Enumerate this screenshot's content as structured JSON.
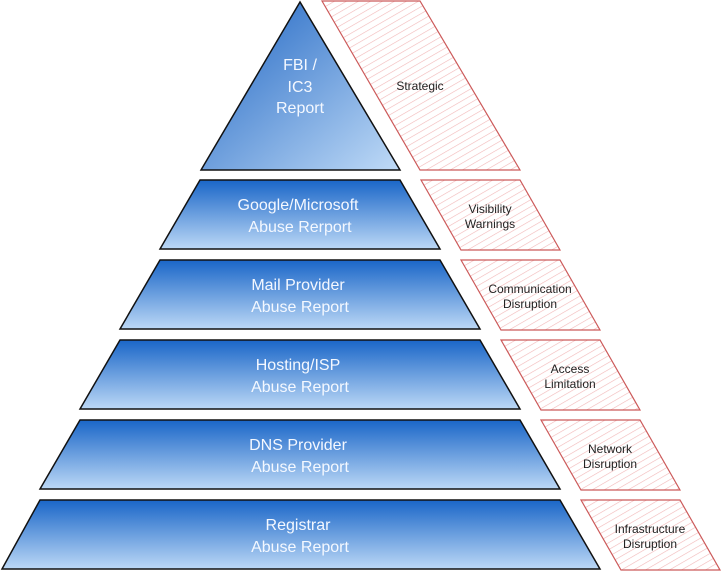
{
  "diagram": {
    "title": "",
    "colors": {
      "tier_fill_top": "#1a66c8",
      "tier_fill_bottom": "#bcd8f6",
      "tier_stroke": "#111111",
      "tier_text": "#f4f8ff",
      "outcome_stroke": "#cc5a5a",
      "outcome_hatch": "#f2b8b8",
      "outcome_text": "#222222"
    },
    "tiers": [
      {
        "lines": [
          "FBI /",
          "IC3",
          "Report"
        ],
        "outcome": [
          "Strategic"
        ]
      },
      {
        "lines": [
          "Google/Microsoft",
          "Abuse Rerport"
        ],
        "outcome": [
          "Visibility",
          "Warnings"
        ]
      },
      {
        "lines": [
          "Mail Provider",
          "Abuse Report"
        ],
        "outcome": [
          "Communication",
          "Disruption"
        ]
      },
      {
        "lines": [
          "Hosting/ISP",
          "Abuse Report"
        ],
        "outcome": [
          "Access",
          "Limitation"
        ]
      },
      {
        "lines": [
          "DNS Provider",
          "Abuse Report"
        ],
        "outcome": [
          "Network",
          "Disruption"
        ]
      },
      {
        "lines": [
          "Registrar",
          "Abuse Report"
        ],
        "outcome": [
          "Infrastructure",
          "Disruption"
        ]
      }
    ]
  }
}
